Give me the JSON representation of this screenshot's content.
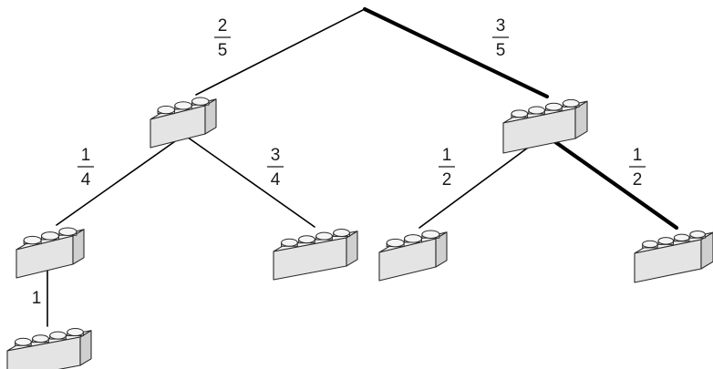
{
  "colors": {
    "line": "#000000",
    "brick_front": "#e4e4e4",
    "brick_top": "#f5f5f5",
    "brick_side": "#cfcfcf",
    "brick_outline": "#2a2a2a",
    "text": "#1a1a1a"
  },
  "tree": {
    "root": {
      "children": [
        {
          "prob_num": "2",
          "prob_den": "5",
          "icon": "brick-icon",
          "children": [
            {
              "prob_num": "1",
              "prob_den": "4",
              "icon": "brick-icon",
              "children": [
                {
                  "prob_whole": "1",
                  "icon": "brick-icon"
                }
              ]
            },
            {
              "prob_num": "3",
              "prob_den": "4",
              "icon": "brick-icon"
            }
          ]
        },
        {
          "prob_num": "3",
          "prob_den": "5",
          "highlight": true,
          "icon": "brick-icon",
          "children": [
            {
              "prob_num": "1",
              "prob_den": "2",
              "icon": "brick-icon"
            },
            {
              "prob_num": "1",
              "prob_den": "2",
              "highlight": true,
              "icon": "brick-icon"
            }
          ]
        }
      ]
    }
  }
}
